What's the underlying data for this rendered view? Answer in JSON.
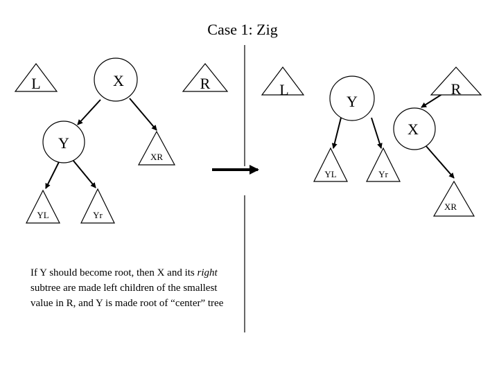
{
  "title": "Case 1: Zig",
  "left_tree": {
    "triangle_L": "L",
    "node_X": "X",
    "triangle_R": "R",
    "node_Y": "Y",
    "triangle_XR": "XR",
    "triangle_YL": "YL",
    "triangle_Yr": "Yr"
  },
  "right_tree": {
    "triangle_L": "L",
    "node_Y": "Y",
    "triangle_R": "R",
    "node_X": "X",
    "triangle_YL": "YL",
    "triangle_Yr": "Yr",
    "triangle_XR": "XR"
  },
  "caption": {
    "part1": "If Y should become root, then X and its ",
    "emphasis": "right",
    "part2": " subtree are made left children of the smallest value in R, and Y is made root of “center” tree"
  }
}
